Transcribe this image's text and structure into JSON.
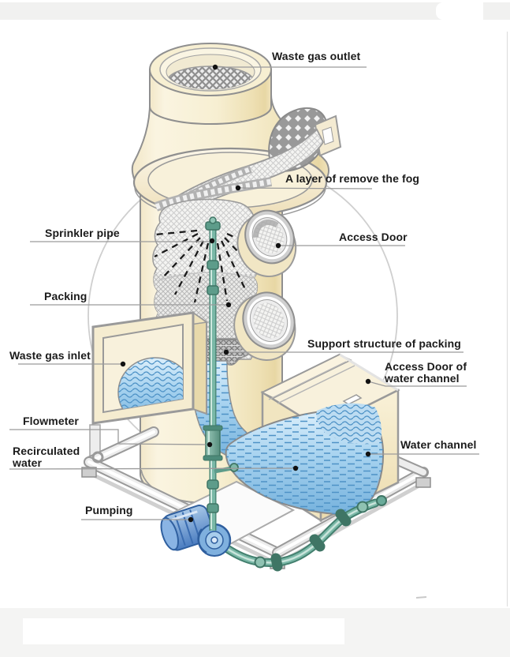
{
  "window": {
    "background": "#ffffff",
    "top_band_color": "#f1f1f0",
    "bottom_band_color": "#f4f4f3"
  },
  "colors": {
    "tower_cream": "#f7efd2",
    "tower_cream_shadow": "#e8d7a4",
    "outline_gray": "#8f8f8f",
    "leader_line": "#9b9b9b",
    "leader_dot": "#111111",
    "label_text": "#1b1b1b",
    "water_blue": "#7fb9e2",
    "water_texture": "#4e92c6",
    "pipe_teal": "#6aab9a",
    "pump_blue": "#4a7cc0",
    "packing_hatch": "#c6c6c6",
    "background_circle": "#cfcfcf"
  },
  "labels": {
    "waste_gas_outlet": "Waste gas outlet",
    "fog_layer": "A layer of remove the fog",
    "sprinkler_pipe": "Sprinkler pipe",
    "access_door": "Access Door",
    "packing": "Packing",
    "support_structure": "Support structure of packing",
    "waste_gas_inlet": "Waste gas inlet",
    "access_door_water_line1": "Access Door of",
    "access_door_water_line2": "water channel",
    "flowmeter": "Flowmeter",
    "recirculated_water_line1": "Recirculated",
    "recirculated_water_line2": "water",
    "water_channel": "Water channel",
    "pumping": "Pumping"
  }
}
